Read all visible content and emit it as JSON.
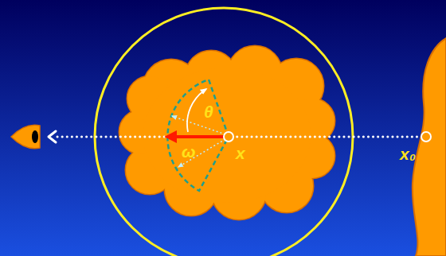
{
  "diagram": {
    "labels": [
      "θ",
      "ω",
      "x",
      "x₀"
    ]
  }
}
